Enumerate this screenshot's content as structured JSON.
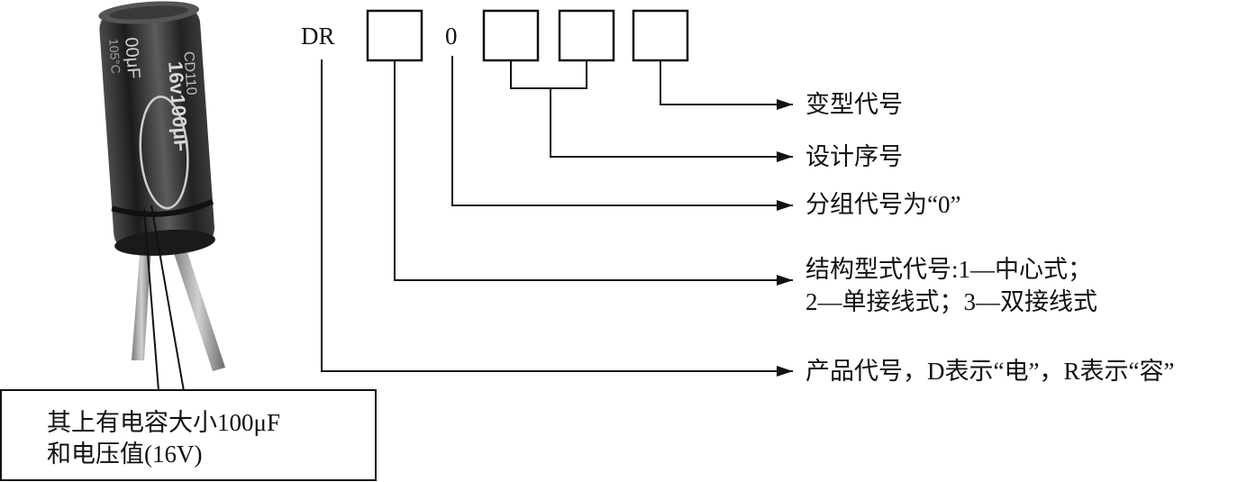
{
  "code": {
    "prefix": "DR",
    "group_digit": "0"
  },
  "labels": {
    "variant": "变型代号",
    "design_seq": "设计序号",
    "group": "分组代号为“0”",
    "structure_line1": "结构型式代号:1—中心式；",
    "structure_line2": "2—单接线式；3—双接线式",
    "product": "产品代号，D表示“电”，R表示“容”"
  },
  "caption": {
    "line1": "其上有电容大小100μF",
    "line2": "和电压值(16V)"
  },
  "capacitor_print": {
    "voltage_capacitance": "16v100μF",
    "capacitance": "00μF",
    "series": "CD110",
    "temperature": "105°C"
  },
  "colors": {
    "ink": "#111111",
    "capacitor_body": "#2a2a2a",
    "capacitor_print": "#d8d8d8",
    "lead": "#9a9a9a"
  }
}
